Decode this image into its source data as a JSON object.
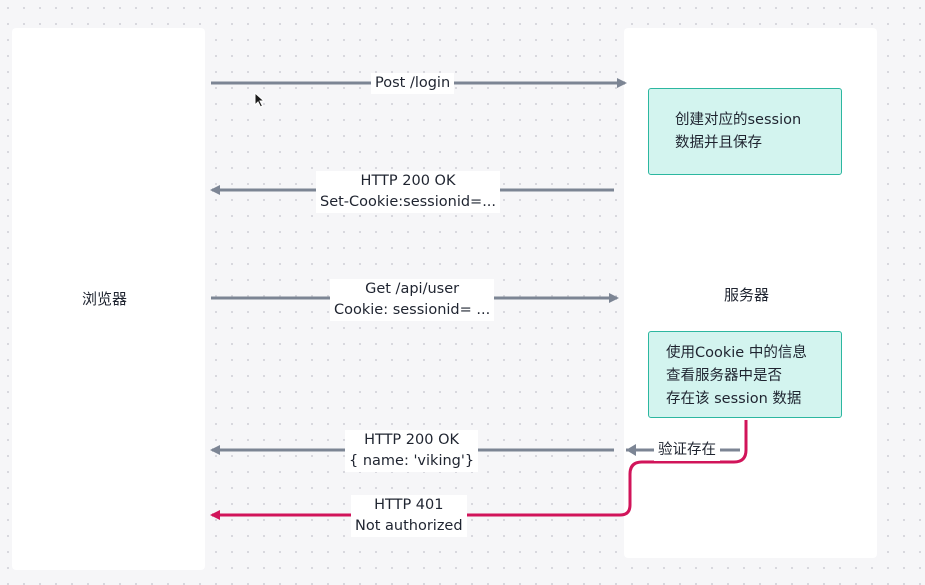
{
  "participants": {
    "browser": "浏览器",
    "server": "服务器"
  },
  "messages": [
    {
      "lines": [
        "Post /login"
      ],
      "direction": "browser-to-server",
      "color": "#7c8594"
    },
    {
      "lines": [
        "HTTP 200 OK",
        "Set-Cookie:sessionid=..."
      ],
      "direction": "server-to-browser",
      "color": "#7c8594"
    },
    {
      "lines": [
        "Get /api/user",
        "Cookie: sessionid= ..."
      ],
      "direction": "browser-to-server",
      "color": "#7c8594"
    },
    {
      "lines": [
        "HTTP 200 OK",
        "{ name: 'viking'}"
      ],
      "direction": "server-to-browser",
      "color": "#7c8594"
    },
    {
      "lines": [
        "HTTP 401",
        "Not authorized"
      ],
      "direction": "server-to-browser",
      "color": "#d1145a"
    }
  ],
  "notes": {
    "create_session": [
      "创建对应的session",
      "数据并且保存"
    ],
    "check_session": [
      "使用Cookie 中的信息",
      "查看服务器中是否",
      "存在该 session 数据"
    ]
  },
  "branch_label": "验证存在",
  "colors": {
    "arrow_gray": "#7c8594",
    "arrow_red": "#d1145a",
    "note_fill": "#d3f4ef",
    "note_border": "#2cb7a0"
  }
}
